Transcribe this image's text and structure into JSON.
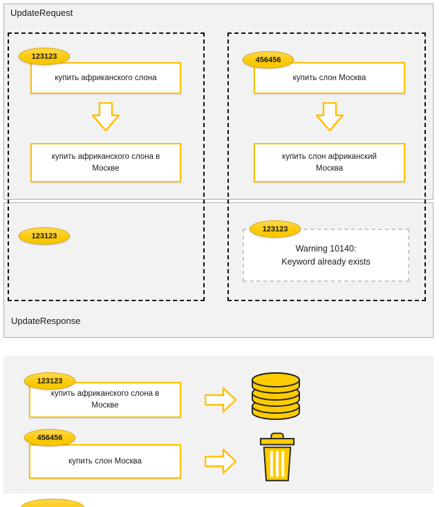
{
  "request_panel": {
    "label": "UpdateRequest",
    "left": {
      "badge": "123123",
      "original": "купить африканского слона",
      "updated": "купить африканского слона в\nМоскве"
    },
    "right": {
      "badge": "456456",
      "original": "купить слон Москва",
      "updated": "купить слон африканский\nМосква"
    }
  },
  "response_panel": {
    "label": "UpdateResponse",
    "left": {
      "badge": "123123"
    },
    "right": {
      "badge": "123123",
      "warning": "Warning 10140:\nKeyword already exists"
    }
  },
  "result_panel": {
    "rows": [
      {
        "badge": "123123",
        "text": "купить африканского слона в\nМоскве",
        "icon": "database-icon"
      },
      {
        "badge": "456456",
        "text": "купить слон Москва",
        "icon": "trash-icon"
      }
    ]
  },
  "colors": {
    "accent_yellow": "#FFCC00",
    "arrow_outline": "#FFC000",
    "panel_gray": "#F2F2F2",
    "dashed_border": "#0D0D0D",
    "warning_border": "#C9C9C9"
  }
}
